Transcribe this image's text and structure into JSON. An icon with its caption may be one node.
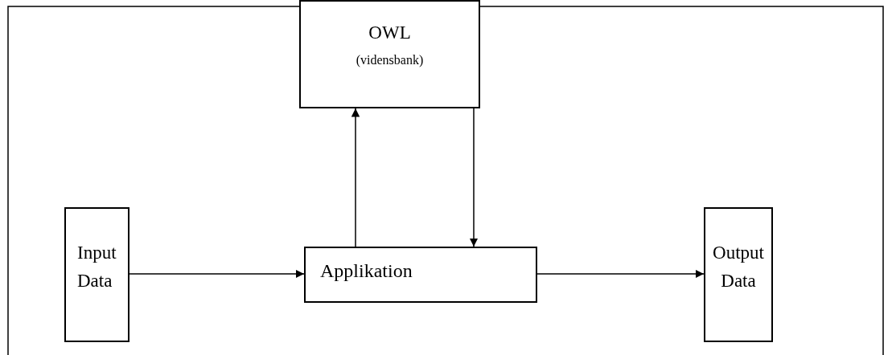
{
  "diagram": {
    "nodes": [
      {
        "text": [
          "OWL",
          "(vidensbank)"
        ]
      },
      {
        "text": [
          "Input Data"
        ]
      },
      {
        "text": [
          "Applikation"
        ]
      },
      {
        "text": [
          "Output Data"
        ]
      }
    ],
    "edges": [
      {
        "from": 1,
        "to": 2,
        "arrow": "to"
      },
      {
        "from": 2,
        "to": 0,
        "arrow": "to"
      },
      {
        "from": 0,
        "to": 2,
        "arrow": "to"
      },
      {
        "from": 2,
        "to": 3,
        "arrow": "to"
      }
    ]
  }
}
